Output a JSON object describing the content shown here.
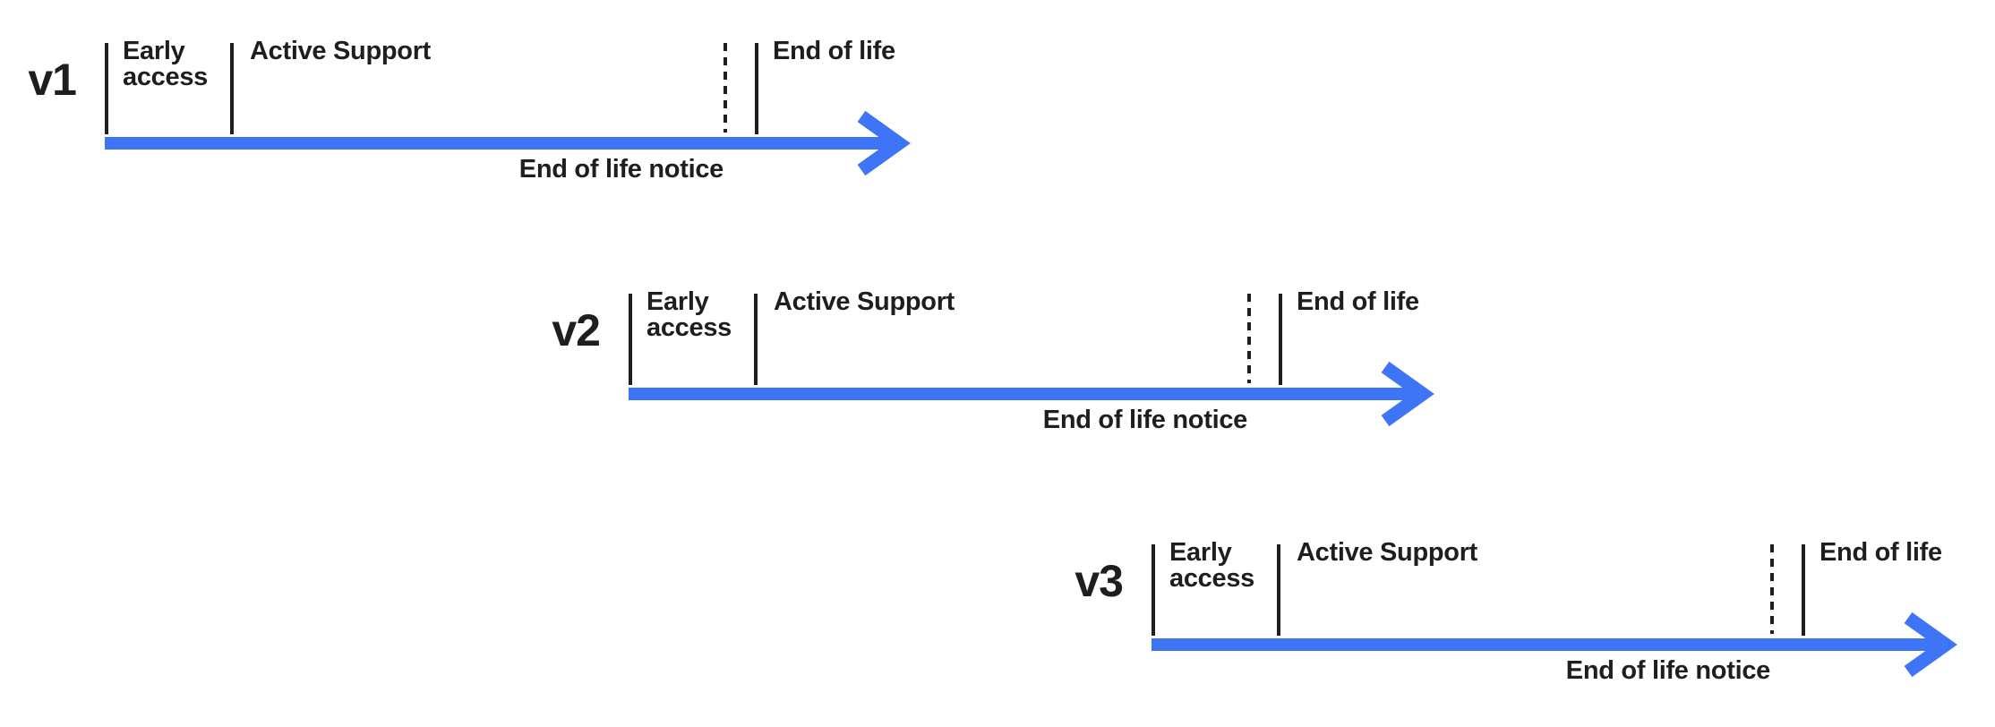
{
  "colors": {
    "accent_blue": "#3E74F6",
    "ink": "#1E1E20"
  },
  "timelines": [
    {
      "version": "v1",
      "early_access_label": "Early access",
      "active_support_label": "Active Support",
      "end_of_life_label": "End of life",
      "end_of_life_notice_label": "End of life notice"
    },
    {
      "version": "v2",
      "early_access_label": "Early access",
      "active_support_label": "Active Support",
      "end_of_life_label": "End of life",
      "end_of_life_notice_label": "End of life notice"
    },
    {
      "version": "v3",
      "early_access_label": "Early access",
      "active_support_label": "Active Support",
      "end_of_life_label": "End of life",
      "end_of_life_notice_label": "End of life notice"
    }
  ]
}
